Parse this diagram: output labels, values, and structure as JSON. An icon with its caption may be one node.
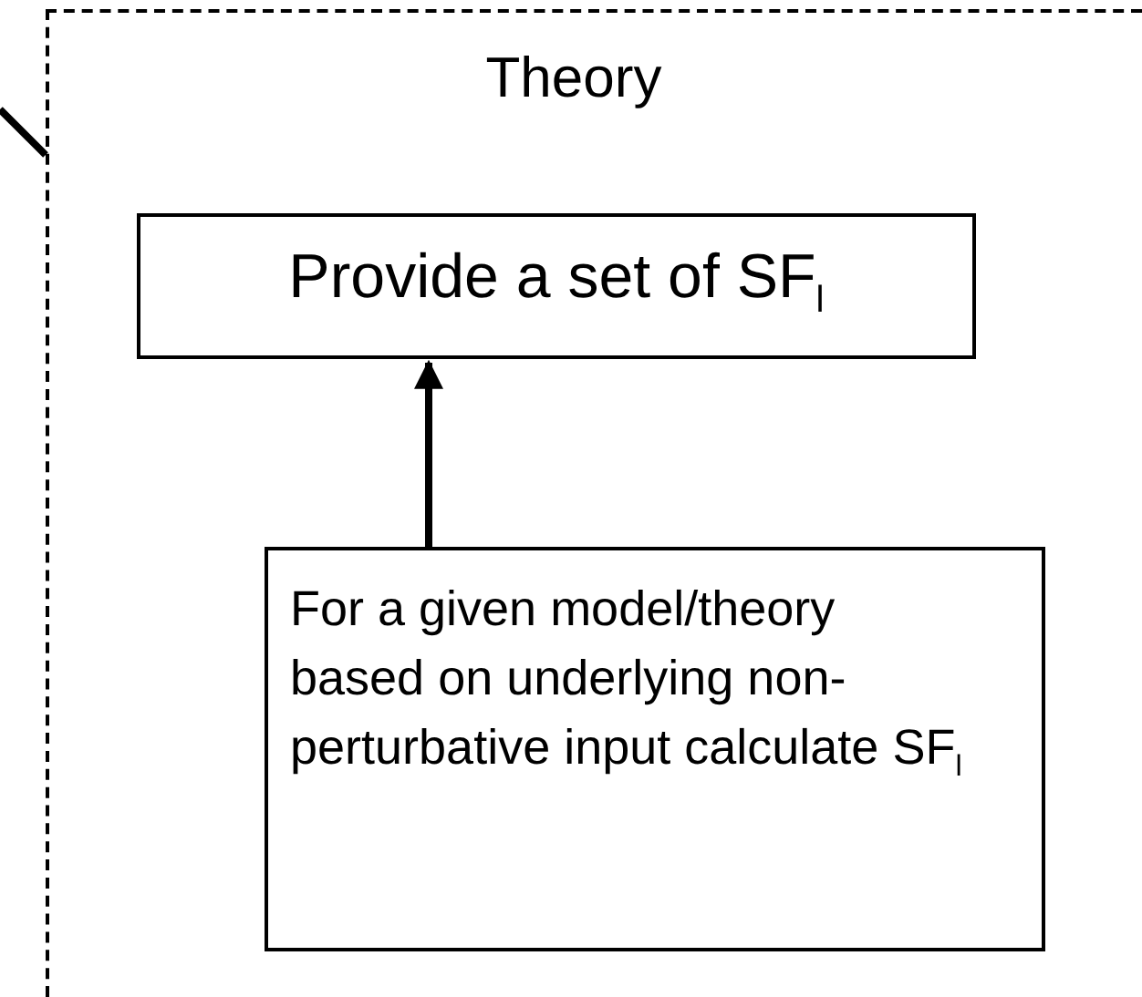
{
  "diagram": {
    "nodes": [
      {
        "text": [
          "Theory"
        ]
      },
      {
        "text": [
          "Provide a set of SF$_{l}$"
        ],
        "in": 0
      },
      {
        "text": [
          "For a given model/theory based on underlying non-perturbative  input calculate SF$_{l}$"
        ],
        "in": 0
      }
    ],
    "edges": [
      {
        "from": 2,
        "to": 1,
        "arrow": "to"
      },
      {
        "from": null,
        "to": 0,
        "arrow": "none"
      }
    ]
  }
}
